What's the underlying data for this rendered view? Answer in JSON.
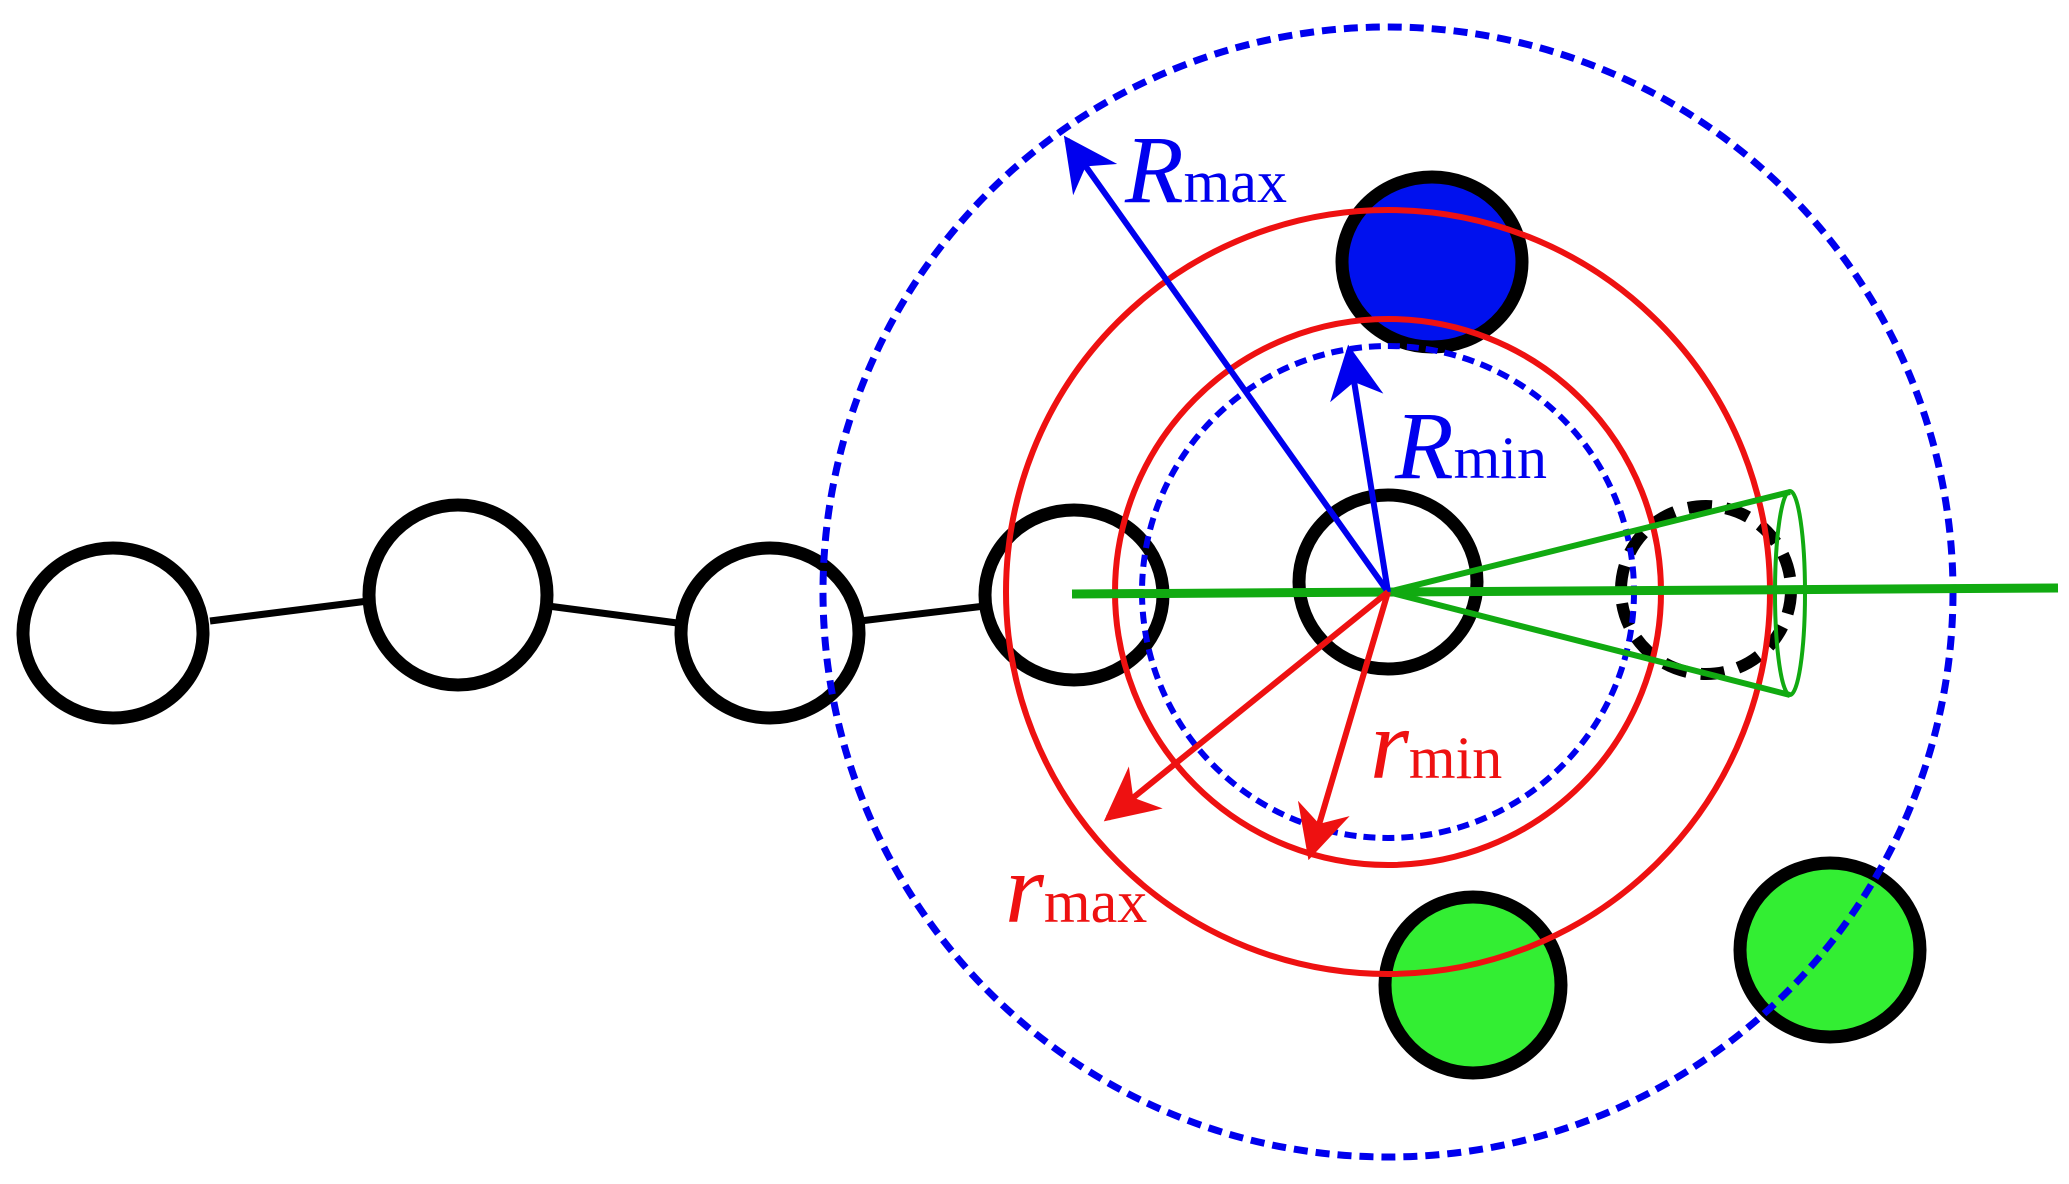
{
  "colors": {
    "black": "#000000",
    "blue": "#0000ee",
    "red": "#ee1111",
    "green": "#11aa11",
    "green_fill": "#33ee33",
    "blue_fill": "#0011ee"
  },
  "labels": {
    "R_max": {
      "main": "R",
      "sub": "max"
    },
    "R_min": {
      "main": "R",
      "sub": "min"
    },
    "r_min": {
      "main": "r",
      "sub": "min"
    },
    "r_max": {
      "main": "r",
      "sub": "max"
    }
  }
}
